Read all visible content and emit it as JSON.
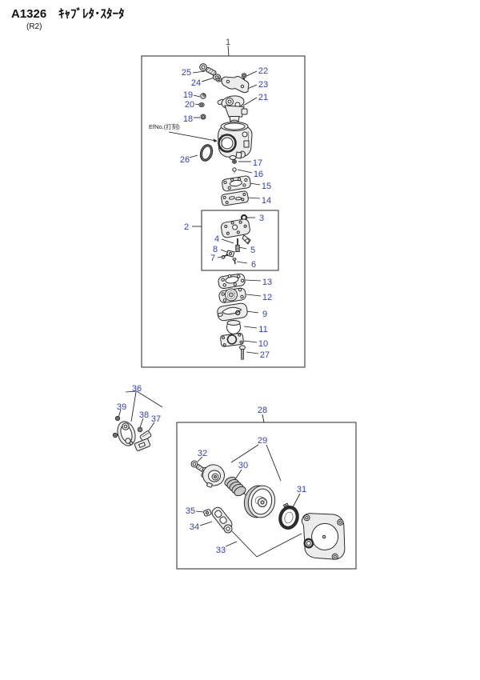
{
  "title": {
    "code": "A1326",
    "name": "ｷｬﾌﾞﾚﾀ･ｽﾀｰﾀ",
    "revision": "(R2)"
  },
  "note_efno": "EfNo.(打刻)",
  "callouts": {
    "n1": "1",
    "n2": "2",
    "n3": "3",
    "n4": "4",
    "n5": "5",
    "n6": "6",
    "n7": "7",
    "n8": "8",
    "n9": "9",
    "n10": "10",
    "n11": "11",
    "n12": "12",
    "n13": "13",
    "n14": "14",
    "n15": "15",
    "n16": "16",
    "n17": "17",
    "n18": "18",
    "n19": "19",
    "n20": "20",
    "n21": "21",
    "n22": "22",
    "n23": "23",
    "n24": "24",
    "n25": "25",
    "n26": "26",
    "n27": "27",
    "n28": "28",
    "n29": "29",
    "n30": "30",
    "n31": "31",
    "n32": "32",
    "n33": "33",
    "n34": "34",
    "n35": "35",
    "n36": "36",
    "n37": "37",
    "n38": "38",
    "n39": "39"
  },
  "colors": {
    "label": "#2b3ec8",
    "line": "#1a1a1a",
    "box": "#3a3a3a",
    "part_fill": "#ececec"
  }
}
